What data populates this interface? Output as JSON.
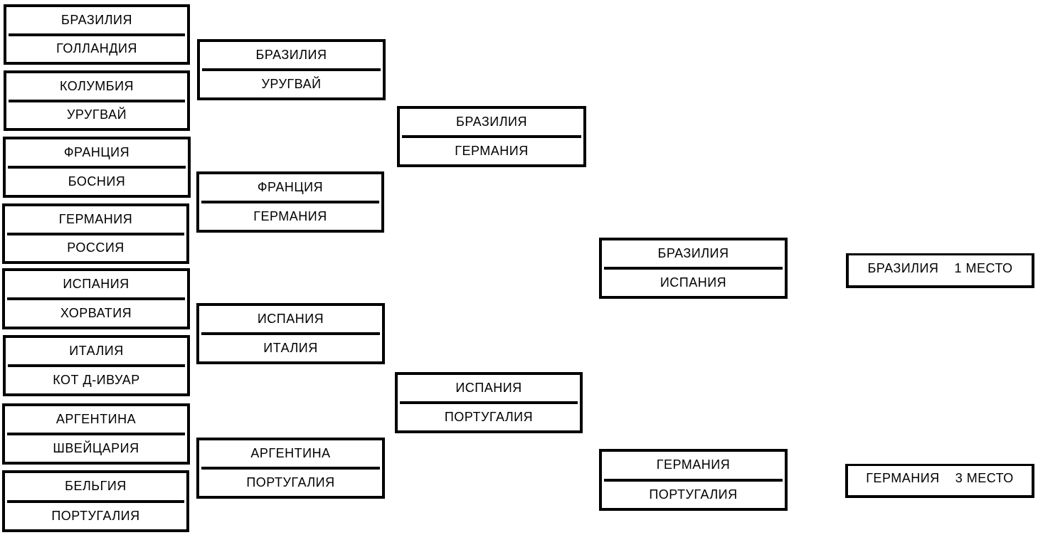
{
  "round_of_16": [
    {
      "team1": "БРАЗИЛИЯ",
      "team2": "ГОЛЛАНДИЯ"
    },
    {
      "team1": "КОЛУМБИЯ",
      "team2": "УРУГВАЙ"
    },
    {
      "team1": "ФРАНЦИЯ",
      "team2": "БОСНИЯ"
    },
    {
      "team1": "ГЕРМАНИЯ",
      "team2": "РОССИЯ"
    },
    {
      "team1": "ИСПАНИЯ",
      "team2": "ХОРВАТИЯ"
    },
    {
      "team1": "ИТАЛИЯ",
      "team2": "КОТ Д-ИВУАР"
    },
    {
      "team1": "АРГЕНТИНА",
      "team2": "ШВЕЙЦАРИЯ"
    },
    {
      "team1": "БЕЛЬГИЯ",
      "team2": "ПОРТУГАЛИЯ"
    }
  ],
  "quarter_finals": [
    {
      "team1": "БРАЗИЛИЯ",
      "team2": "УРУГВАЙ"
    },
    {
      "team1": "ФРАНЦИЯ",
      "team2": "ГЕРМАНИЯ"
    },
    {
      "team1": "ИСПАНИЯ",
      "team2": "ИТАЛИЯ"
    },
    {
      "team1": "АРГЕНТИНА",
      "team2": "ПОРТУГАЛИЯ"
    }
  ],
  "semi_finals": [
    {
      "team1": "БРАЗИЛИЯ",
      "team2": "ГЕРМАНИЯ"
    },
    {
      "team1": "ИСПАНИЯ",
      "team2": "ПОРТУГАЛИЯ"
    }
  ],
  "final": {
    "team1": "БРАЗИЛИЯ",
    "team2": "ИСПАНИЯ"
  },
  "third_place_match": {
    "team1": "ГЕРМАНИЯ",
    "team2": "ПОРТУГАЛИЯ"
  },
  "results": {
    "first": {
      "team": "БРАЗИЛИЯ",
      "place": "1 МЕСТО"
    },
    "third": {
      "team": "ГЕРМАНИЯ",
      "place": "3 МЕСТО"
    }
  }
}
